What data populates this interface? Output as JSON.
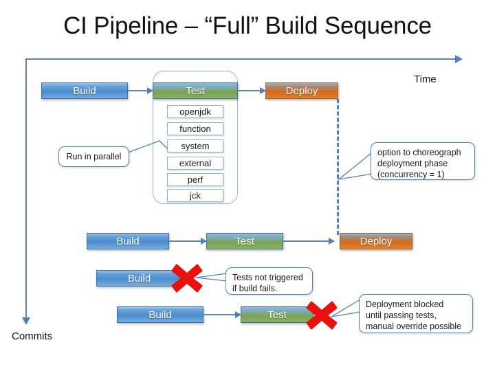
{
  "slide": {
    "title": "CI Pipeline – “Full” Build Sequence",
    "background": "#ffffff"
  },
  "axes": {
    "time_label": "Time",
    "commits_label": "Commits",
    "axis_color": "#4f81bd"
  },
  "colors": {
    "build": "#4b8ccb",
    "test": "#79a252",
    "deploy": "#d2691b",
    "accent": "#4f81bd",
    "error": "#e8110f"
  },
  "rows": [
    {
      "name": "full-build-sequence",
      "stages": [
        {
          "label": "Build",
          "type": "build"
        },
        {
          "label": "Test",
          "type": "test"
        },
        {
          "label": "Deploy",
          "type": "deploy"
        }
      ]
    },
    {
      "name": "sequential-pipeline",
      "stages": [
        {
          "label": "Build",
          "type": "build"
        },
        {
          "label": "Test",
          "type": "test"
        },
        {
          "label": "Deploy",
          "type": "deploy"
        }
      ]
    },
    {
      "name": "failed-build",
      "stages": [
        {
          "label": "Build",
          "type": "build"
        }
      ]
    },
    {
      "name": "failed-test",
      "stages": [
        {
          "label": "Build",
          "type": "build"
        },
        {
          "label": "Test",
          "type": "test"
        }
      ]
    }
  ],
  "test_group": {
    "items": [
      {
        "label": "openjdk"
      },
      {
        "label": "function"
      },
      {
        "label": "system"
      },
      {
        "label": "external"
      },
      {
        "label": "perf"
      },
      {
        "label": "jck"
      }
    ]
  },
  "callouts": {
    "parallel": {
      "text": "Run in parallel"
    },
    "choreograph": {
      "line1": "option to choreograph",
      "line2": "deployment phase",
      "line3": "(concurrency = 1)"
    },
    "build_fails": {
      "line1": "Tests not triggered",
      "line2": "if build fails."
    },
    "deploy_blocked": {
      "line1": "Deployment blocked",
      "line2": "until passing tests,",
      "line3": "manual override possible"
    }
  },
  "markers": {
    "build_fail_x": "red-x-mark",
    "test_fail_x": "red-x-mark"
  }
}
